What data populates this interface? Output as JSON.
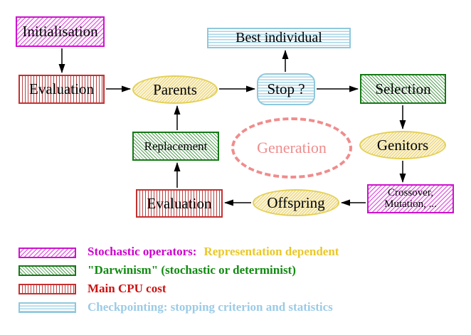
{
  "diagram": {
    "nodes": {
      "initialisation": {
        "label": "Initialisation"
      },
      "evaluation_top": {
        "label": "Evaluation"
      },
      "parents": {
        "label": "Parents"
      },
      "best_individual": {
        "label": "Best individual"
      },
      "stop": {
        "label": "Stop ?"
      },
      "selection": {
        "label": "Selection"
      },
      "genitors": {
        "label": "Genitors"
      },
      "crossover_mutation": {
        "line1": "Crossover,",
        "line2": "Mutation, ..."
      },
      "offspring": {
        "label": "Offspring"
      },
      "evaluation_bottom": {
        "label": "Evaluation"
      },
      "replacement": {
        "label": "Replacement"
      },
      "generation": {
        "label": "Generation"
      }
    },
    "legend": {
      "items": [
        {
          "swatch": "magenta-diagonal-hatch",
          "text": "Stochastic operators:",
          "text2": "Representation dependent",
          "text_color": "#cc00cc",
          "text2_color": "#e9c827"
        },
        {
          "swatch": "green-diagonal-hatch",
          "text": "\"Darwinism\" (stochastic or determinist)",
          "text_color": "#118a11"
        },
        {
          "swatch": "red-vertical-stripes",
          "text": "Main CPU cost",
          "text_color": "#cc1111"
        },
        {
          "swatch": "cyan-horizontal-stripes",
          "text": "Checkpointing: stopping criterion and statistics",
          "text_color": "#9bcbe6"
        }
      ]
    },
    "colors": {
      "stochastic_operators": "#cc00cc",
      "darwinism": "#157815",
      "main_cpu_cost": "#c53030",
      "checkpointing": "#8fc8dc",
      "ellipse_yellow_border": "#e4d055",
      "generation_dashed": "#f08c8c",
      "arrow": "#000000",
      "background": "#ffffff"
    }
  }
}
